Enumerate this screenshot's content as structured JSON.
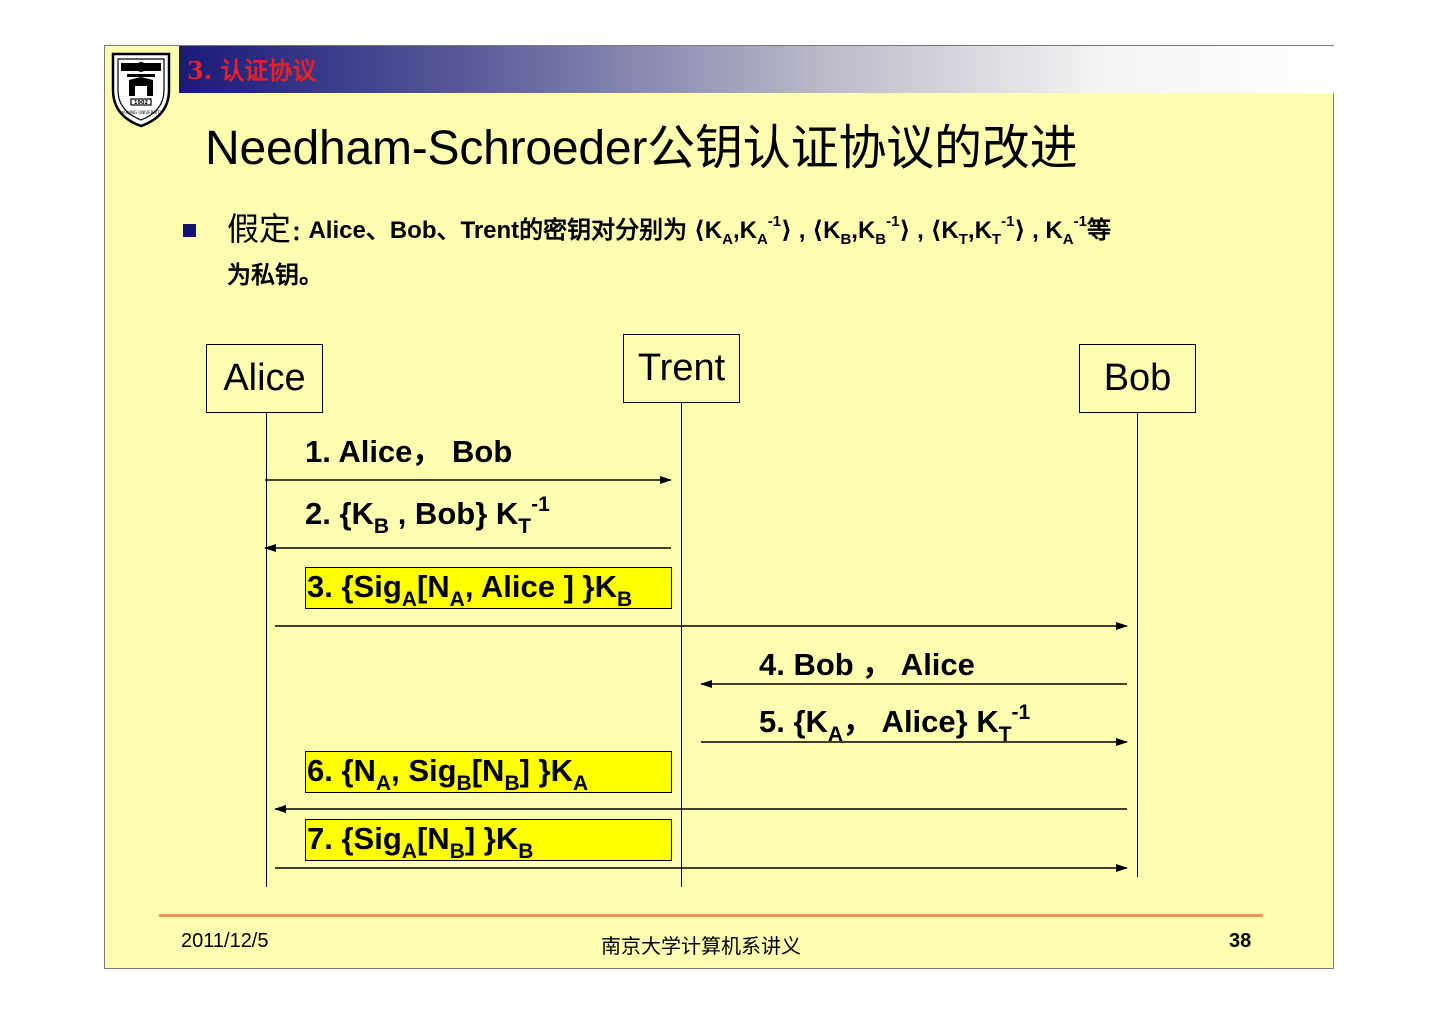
{
  "header": {
    "section": "3. 认证协议"
  },
  "logo": {
    "text": "NANJING UNIVERSITY",
    "year": "1902"
  },
  "title": "Needham-Schroeder公钥认证协议的改进",
  "bullet": {
    "lead": "假定:",
    "p1": " Alice、Bob、Trent的密钥对分别为 ⟨K",
    "a": "A",
    "m1": ",K",
    "a2": "A",
    "inv": "-1",
    "p2": "⟩ , ⟨K",
    "b": "B",
    "m2": ",K",
    "b2": "B",
    "p3": "⟩ , ⟨K",
    "t": "T",
    "m3": ",K",
    "t2": "T",
    "p4": "⟩ , K",
    "a3": "A",
    "p5": "等",
    "line2": "为私钥。"
  },
  "actors": {
    "alice": "Alice",
    "trent": "Trent",
    "bob": "Bob"
  },
  "messages": {
    "m1": "1.   Alice，  Bob",
    "m2": {
      "a": "2. {K",
      "b": "B",
      "c": " , Bob} K",
      "d": "T",
      "e": "-1"
    },
    "m3": {
      "a": "3. {Sig",
      "b": "A",
      "c": "[N",
      "d": "A",
      "e": ", Alice ] }K",
      "f": "B"
    },
    "m4": "4.  Bob ，  Alice",
    "m5": {
      "a": "5.  {K",
      "b": "A",
      "c": "，  Alice} K",
      "d": "T",
      "e": "-1"
    },
    "m6": {
      "a": "6. {N",
      "b": "A",
      "c": ", Sig",
      "d": "B",
      "e": "[N",
      "f": "B",
      "g": "] }K",
      "h": "A"
    },
    "m7": {
      "a": "7. {Sig",
      "b": "A",
      "c": "[N",
      "d": "B",
      "e": "] }K",
      "f": "B"
    }
  },
  "footer": {
    "date": "2011/12/5",
    "center": "南京大学计算机系讲义",
    "page": "38"
  },
  "colors": {
    "slide_bg": "#fefeb0",
    "highlight": "#ffff00",
    "section": "#e8202a",
    "footer_rule": "#f0945a"
  }
}
